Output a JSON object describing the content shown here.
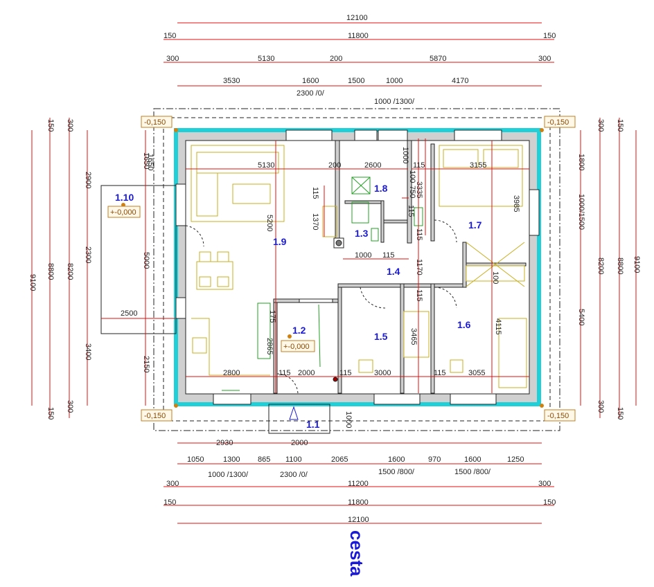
{
  "road_label": "cesta",
  "rooms": {
    "r1_1": "1.1",
    "r1_2": "1.2",
    "r1_3": "1.3",
    "r1_4": "1.4",
    "r1_5": "1.5",
    "r1_6": "1.6",
    "r1_7": "1.7",
    "r1_8": "1.8",
    "r1_9": "1.9",
    "r1_10": "1.10"
  },
  "levels": {
    "l_1_10": "+-0,000",
    "l_1_2": "+-0,000",
    "corner_tl": "-0,150",
    "corner_tr": "-0,150",
    "corner_bl": "-0,150",
    "corner_br": "-0,150"
  },
  "top_dims": {
    "row1": "12100",
    "row2_a": "150",
    "row2_b": "11800",
    "row2_c": "150",
    "row3_a": "300",
    "row3_b": "5130",
    "row3_c": "200",
    "row3_d": "5870",
    "row3_e": "300",
    "row4_a": "3530",
    "row4_b": "1600",
    "row4_c": "1500",
    "row4_d": "1000",
    "row4_e": "4170",
    "row4_note1": "2300 /0/",
    "row4_note2": "1000 /1300/"
  },
  "bottom_dims": {
    "row1_a": "2930",
    "row1_b": "2000",
    "row2_a": "1050",
    "row2_b": "1300",
    "row2_c": "865",
    "row2_d": "1100",
    "row2_e": "2065",
    "row2_f": "1600",
    "row2_g": "970",
    "row2_h": "1600",
    "row2_i": "1250",
    "row2_note1": "1000 /1300/",
    "row2_note2": "2300 /0/",
    "row2_note3": "1500 /800/",
    "row2_note4": "1500 /800/",
    "row3_a": "300",
    "row3_b": "11200",
    "row3_c": "300",
    "row4_a": "150",
    "row4_b": "11800",
    "row4_c": "150",
    "row5": "12100"
  },
  "left_dims": {
    "c1": "9100",
    "c2_a": "150",
    "c2_b": "8800",
    "c2_c": "150",
    "c3_a": "300",
    "c3_b": "8200",
    "c3_c": "300",
    "c4_a": "2900",
    "c4_b": "2300",
    "c4_c": "3400",
    "c5_a": "1650",
    "c5_b": "5000",
    "c5_c": "2150"
  },
  "right_dims": {
    "c1": "9100",
    "c2_a": "150",
    "c2_b": "8800",
    "c2_c": "150",
    "c3_a": "300",
    "c3_b": "8200",
    "c3_c": "300",
    "c4_a": "1800",
    "c4_b": "1000/1500",
    "c4_c": "5400"
  },
  "inner_dims": {
    "d5130": "5130",
    "d200": "200",
    "d2600": "2600",
    "d1000": "1000",
    "d100": "100",
    "d750": "750",
    "d115a": "115",
    "d3155": "3155",
    "d1650": "1650",
    "d115b": "115",
    "d1370": "1370",
    "d3335": "3335",
    "d115c": "115",
    "d5200": "5200",
    "d3985": "3985",
    "d115d": "115",
    "d1000b": "1000",
    "d115e": "115",
    "d1170": "1170",
    "d2500": "2500",
    "d100b": "100",
    "d115f": "115",
    "d2865": "2865",
    "d3465": "3465",
    "d4115": "4115",
    "d2800": "2800",
    "d115g": "115",
    "d2000": "2000",
    "d115h": "115",
    "d3000": "3000",
    "d115i": "115",
    "d3055": "3055",
    "d1000c": "1000",
    "d2000b": "2000",
    "d175": "175"
  }
}
